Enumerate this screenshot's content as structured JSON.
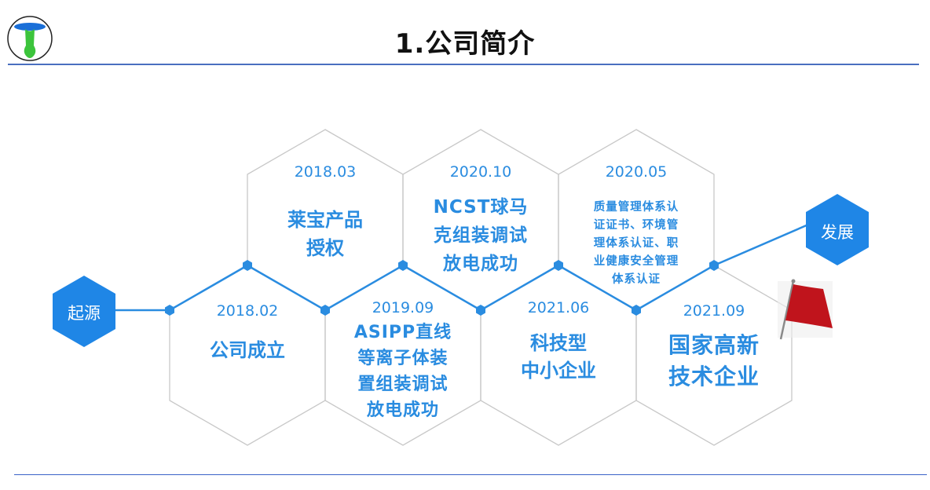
{
  "page": {
    "title": "1.公司简介"
  },
  "colors": {
    "accent": "#2a8ce0",
    "badge": "#1f86e6",
    "hex_outline": "#c8c8c8",
    "rule": "#4a6fc0",
    "flag": "#c0141c"
  },
  "timeline": {
    "start_label": "起源",
    "end_label": "发展",
    "milestones": [
      {
        "date": "2018.02",
        "text": "公司成立"
      },
      {
        "date": "2018.03",
        "text": "莱宝产品\n授权"
      },
      {
        "date": "2019.09",
        "text": "ASIPP直线\n等离子体装\n置组装调试\n放电成功"
      },
      {
        "date": "2020.10",
        "text": "NCST球马\n克组装调试\n放电成功"
      },
      {
        "date": "2021.06",
        "text": "科技型\n中小企业"
      },
      {
        "date": "2020.05",
        "text": "质量管理体系认\n证证书、环境管\n理体系认证、职\n业健康安全管理\n体系认证"
      },
      {
        "date": "2021.09",
        "text": "国家高新\n技术企业"
      }
    ]
  },
  "icons": {
    "logo": "company-logo-icon",
    "flag": "red-flag-icon"
  }
}
